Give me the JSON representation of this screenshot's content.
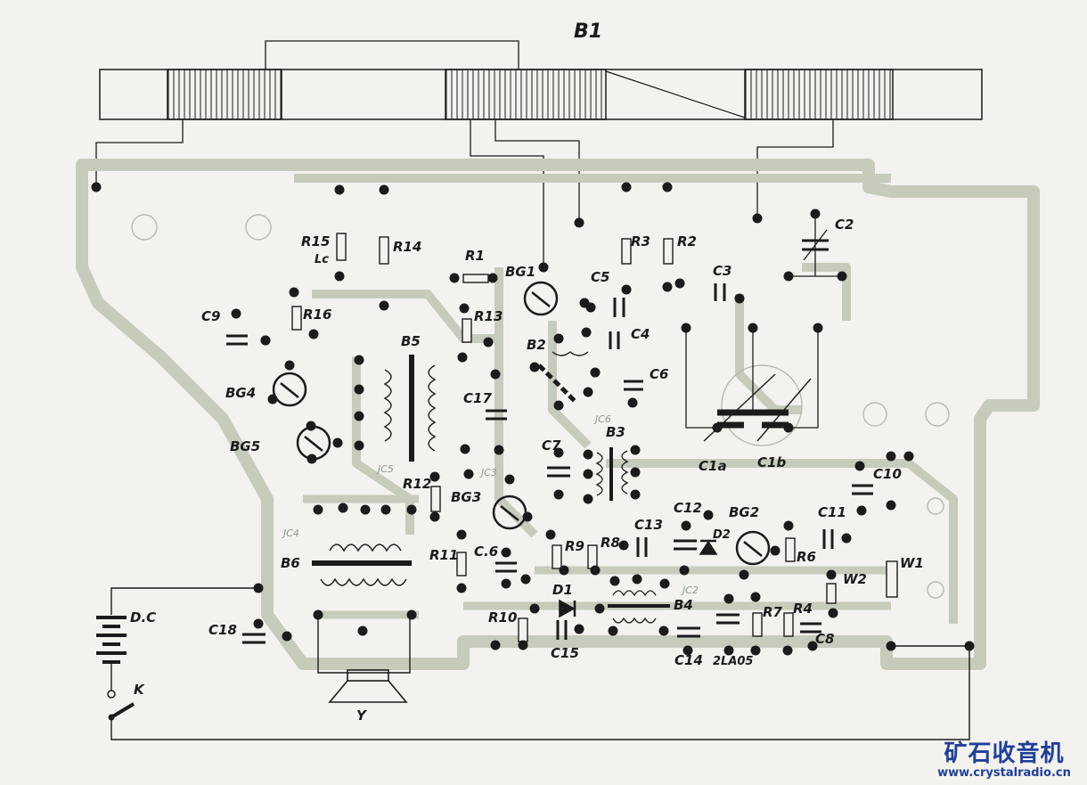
{
  "diagram": {
    "antenna_label": "B1",
    "components": {
      "r1": "R1",
      "r2": "R2",
      "r3": "R3",
      "r4": "R4",
      "r6": "R6",
      "r7": "R7",
      "r8": "R8",
      "r9": "R9",
      "r10": "R10",
      "r11": "R11",
      "r12": "R12",
      "r13": "R13",
      "r14": "R14",
      "r15": "R15",
      "r16": "R16",
      "c1a": "C1a",
      "c1b": "C1b",
      "c2": "C2",
      "c3": "C3",
      "c4": "C4",
      "c5": "C5",
      "c6": "C6",
      "c6b": "C.6",
      "c7": "C7",
      "c8": "C8",
      "c9": "C9",
      "c10": "C10",
      "c11": "C11",
      "c12": "C12",
      "c13": "C13",
      "c14": "C14",
      "c15": "C15",
      "c17": "C17",
      "c18": "C18",
      "bg1": "BG1",
      "bg2": "BG2",
      "bg3": "BG3",
      "bg4": "BG4",
      "bg5": "BG5",
      "b2": "B2",
      "b3": "B3",
      "b4": "B4",
      "b5": "B5",
      "b6": "B6",
      "d1": "D1",
      "d2": "D2",
      "w1": "W1",
      "w2": "W2",
      "dc": "D.C",
      "k": "K",
      "y": "Y",
      "tube": "2LA05",
      "r15_note": "Lc",
      "jc2": "JC2",
      "jc3": "JC3",
      "jc4": "JC4",
      "jc5": "JC5",
      "jc6": "JC6"
    }
  },
  "watermark": {
    "title": "矿石收音机",
    "url": "www.crystalradio.cn"
  },
  "colors": {
    "background": "#f3f2ee",
    "pcb_trace": "#c6cbbb",
    "ink": "#1b1b1b",
    "watermark": "#1f3f9a"
  }
}
